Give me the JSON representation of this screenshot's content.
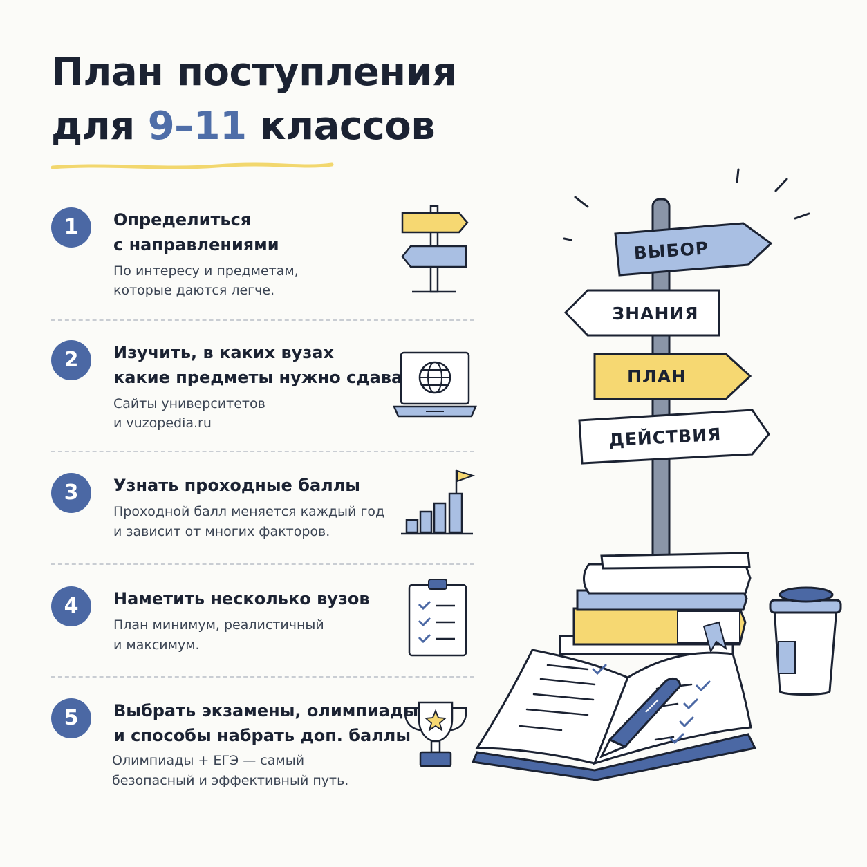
{
  "title": {
    "line1": "План поступления",
    "line2_prefix": "для ",
    "line2_accent": "9–11",
    "line2_suffix": " классов"
  },
  "colors": {
    "accent_blue": "#4b68a4",
    "light_blue": "#a9bfe3",
    "yellow": "#f6d872",
    "ink": "#1b2232"
  },
  "steps": [
    {
      "number": "1",
      "title_line1": "Определиться",
      "title_line2": "с направлениями",
      "desc_line1": "По интересу и предметам,",
      "desc_line2": "которые даются легче.",
      "icon": "signpost-icon"
    },
    {
      "number": "2",
      "title_line1": "Изучить, в каких вузах",
      "title_line2": "какие предметы нужно сдавать",
      "desc_line1": "Сайты университетов",
      "desc_line2": "и vuzopedia.ru",
      "icon": "laptop-globe-icon"
    },
    {
      "number": "3",
      "title_line1": "Узнать проходные баллы",
      "title_line2": "",
      "desc_line1": "Проходной балл меняется каждый год",
      "desc_line2": "и зависит от многих факторов.",
      "icon": "growth-chart-flag-icon"
    },
    {
      "number": "4",
      "title_line1": "Наметить несколько вузов",
      "title_line2": "",
      "desc_line1": "План минимум, реалистичный",
      "desc_line2": "и максимум.",
      "icon": "checklist-clipboard-icon"
    },
    {
      "number": "5",
      "title_line1": "Выбрать экзамены, олимпиады",
      "title_line2": "и способы набрать доп. баллы",
      "desc_line1": "Олимпиады + ЕГЭ — самый",
      "desc_line2": "безопасный и эффективный путь.",
      "icon": "trophy-star-icon"
    }
  ],
  "signpost": {
    "signs": [
      "ВЫБОР",
      "ЗНАНИЯ",
      "ПЛАН",
      "ДЕЙСТВИЯ"
    ]
  }
}
